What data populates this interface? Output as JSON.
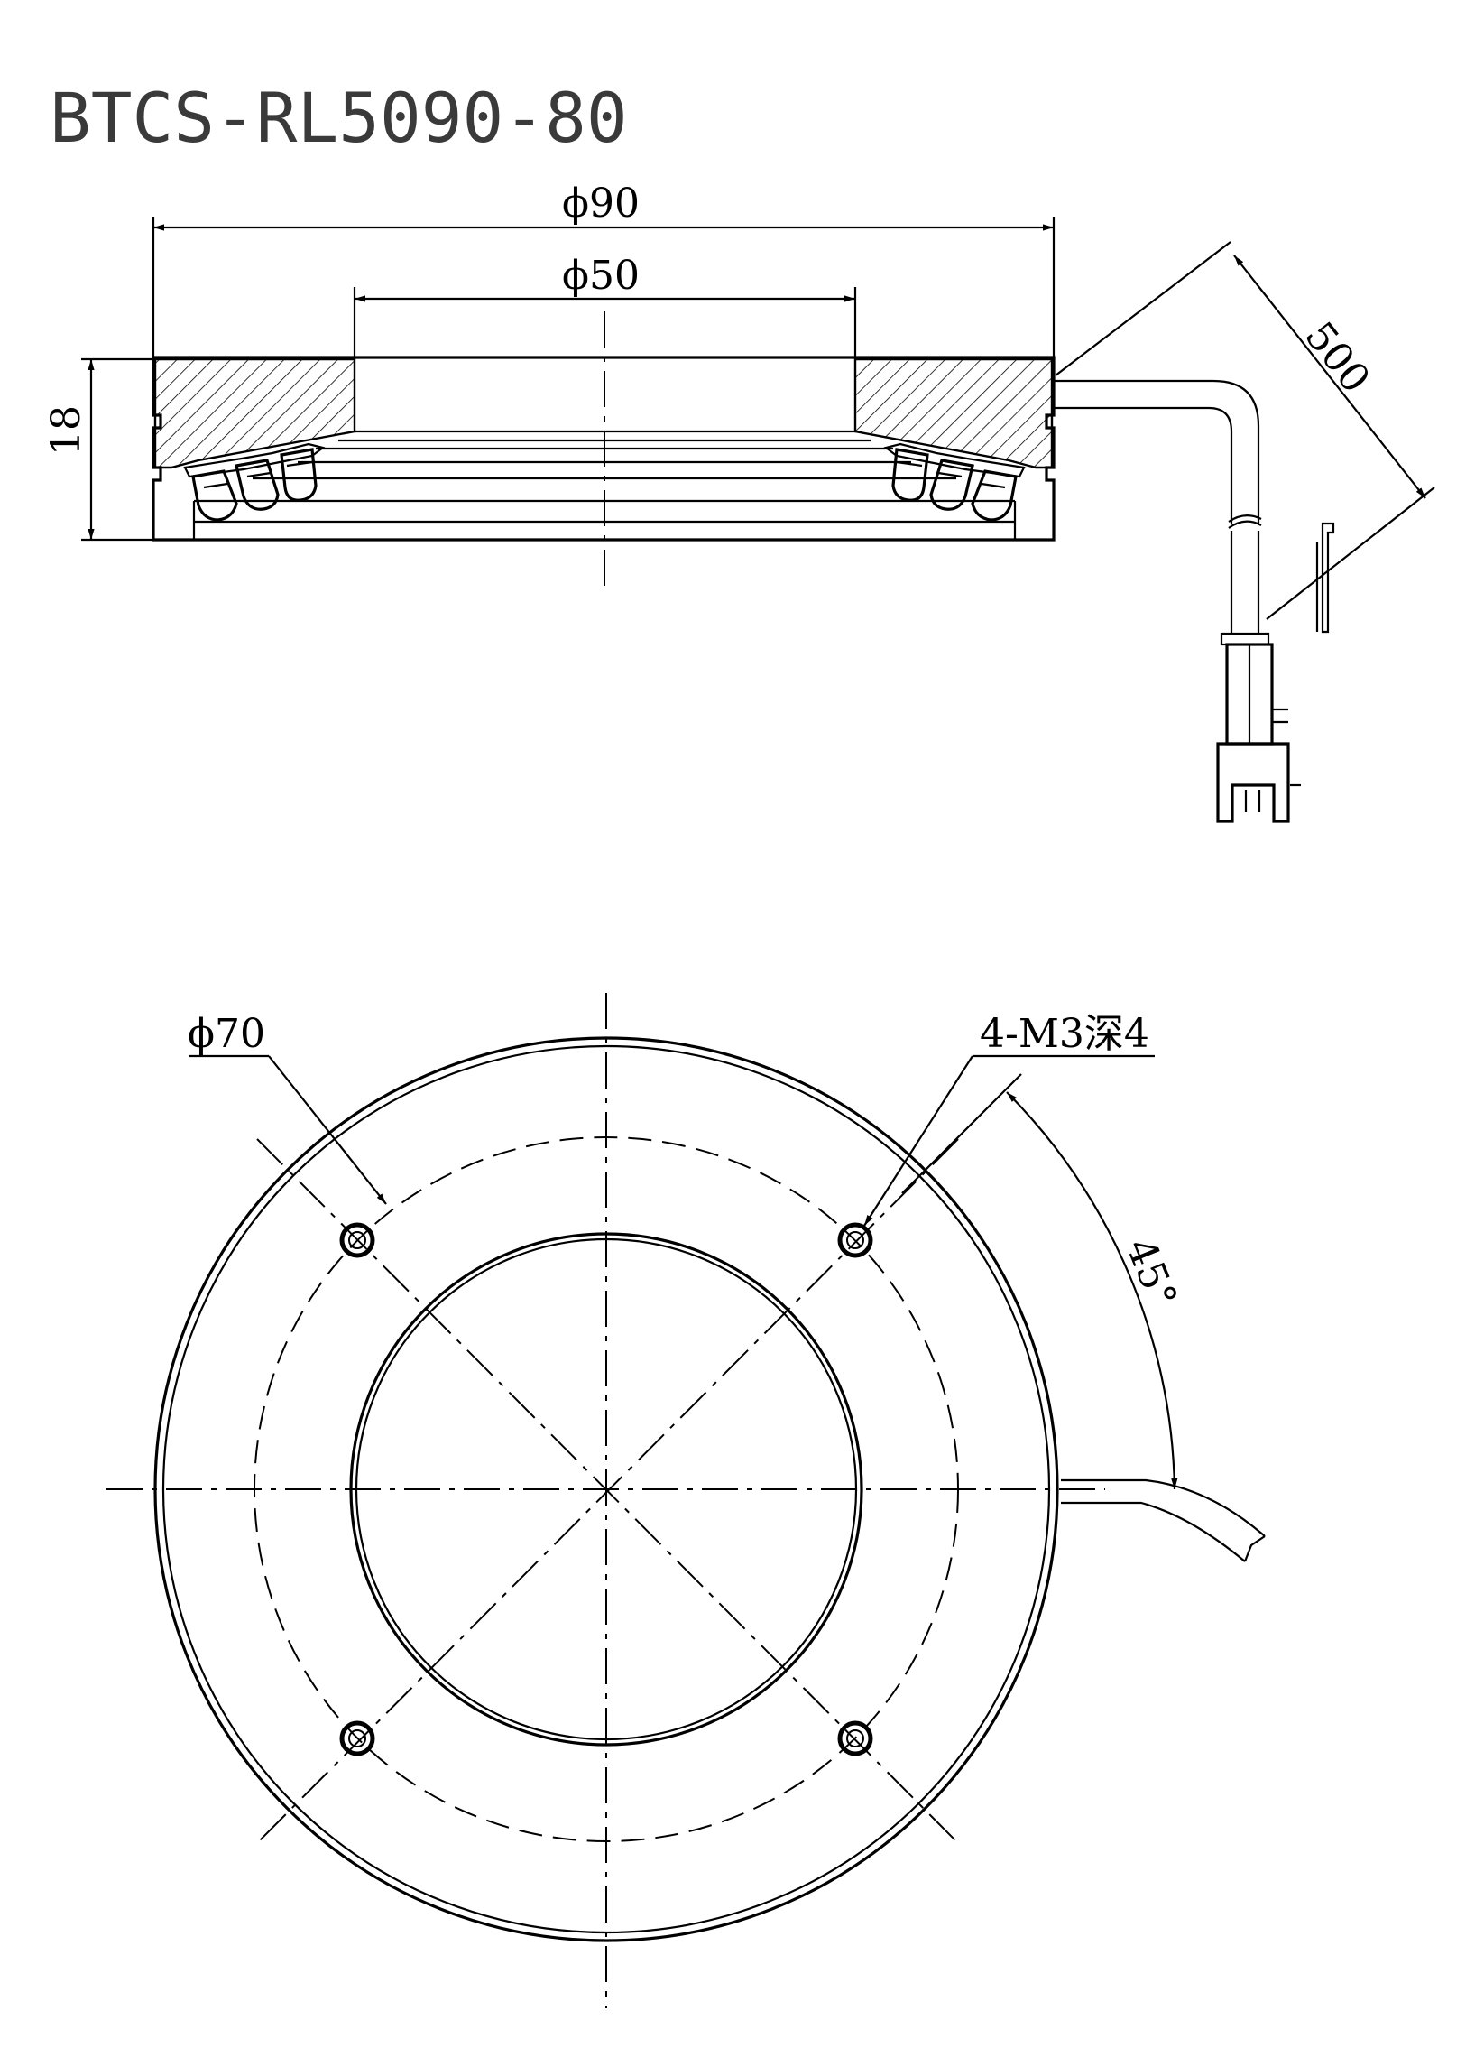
{
  "title": "BTCS-RL5090-80",
  "side_view": {
    "outer_diameter": "ϕ90",
    "inner_diameter": "ϕ50",
    "height": "18",
    "cable_length": "500"
  },
  "front_view": {
    "bolt_circle": "ϕ70",
    "mounting_holes": "4-M3深4",
    "angle": "45°"
  },
  "colors": {
    "line": "#000000",
    "title": "#3a3a3a",
    "background": "#ffffff"
  }
}
